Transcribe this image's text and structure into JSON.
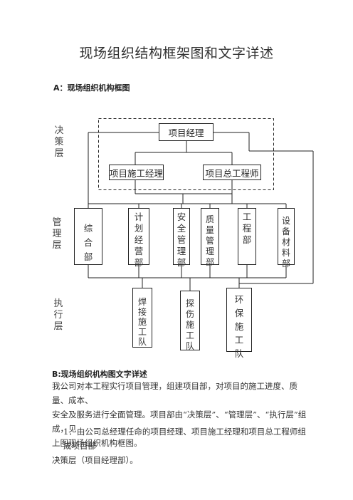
{
  "title": "现场组织结构框架图和文字详述",
  "section_a": "A：现场组织机构框图",
  "layers": {
    "decision": "决策层",
    "management": "管理层",
    "execution": "执行层"
  },
  "chart": {
    "pm": "项目经理",
    "construction_manager": "项目施工经理",
    "chief_engineer": "项目总工程师",
    "departments": [
      "综合部",
      "计划经营部",
      "安全管理部",
      "质量管理部",
      "工程部",
      "设备材料部"
    ],
    "teams": [
      "焊接施工队",
      "探伤施工队",
      "环保施工队"
    ]
  },
  "section_b": "B:现场组织机构图文字详述",
  "paragraphs": [
    "我公司对本工程实行项目管理，组建项目部，对项目的施工进度、质量、成本、",
    "安全及服务进行全面管理。项目部由“决策层”、“管理层”、“执行层”组成，见",
    "上图现场组织机构框图。"
  ],
  "item1": [
    "1．由公司总经理任命的项目经理、项目施工经理和项目总工程师组成项目部",
    "决策层（项目经理部）。"
  ]
}
